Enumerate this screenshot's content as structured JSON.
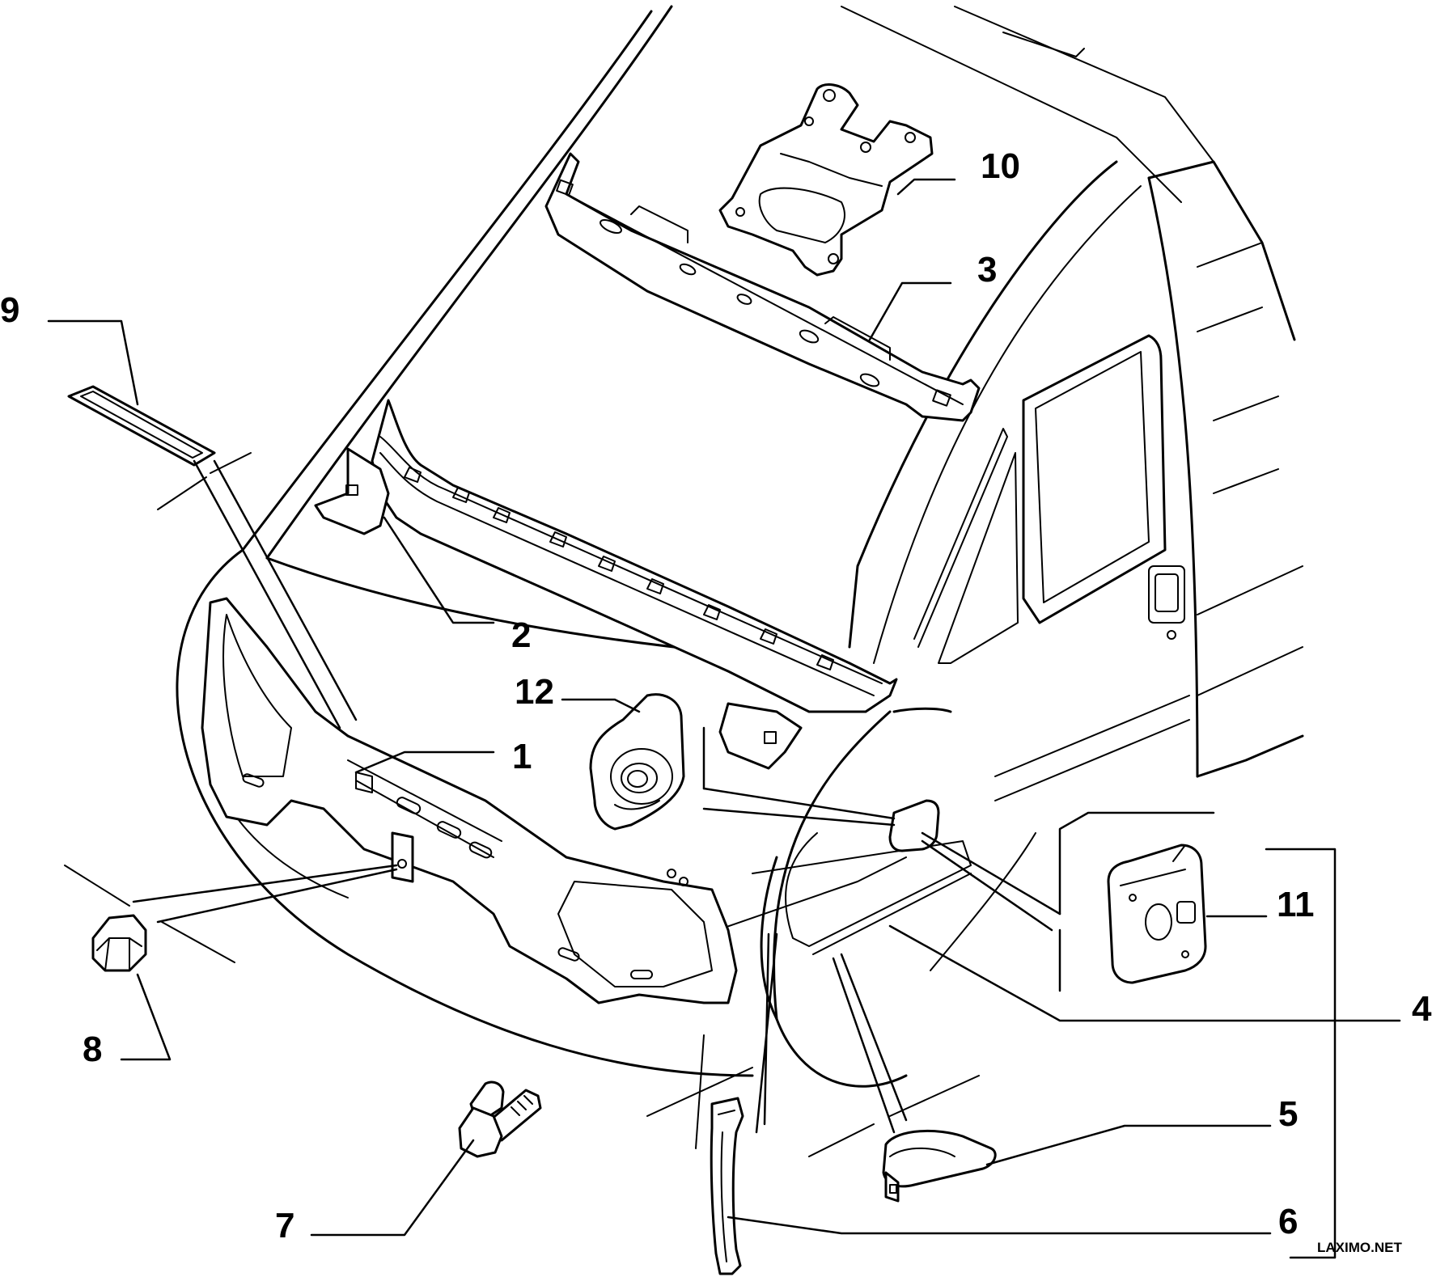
{
  "callouts": {
    "p1": "1",
    "p2": "2",
    "p3": "3",
    "p4": "4",
    "p5": "5",
    "p6": "6",
    "p7": "7",
    "p8": "8",
    "p9": "9",
    "p10": "10",
    "p11": "11",
    "p12": "12"
  },
  "watermark": "LAXIMO.NET"
}
